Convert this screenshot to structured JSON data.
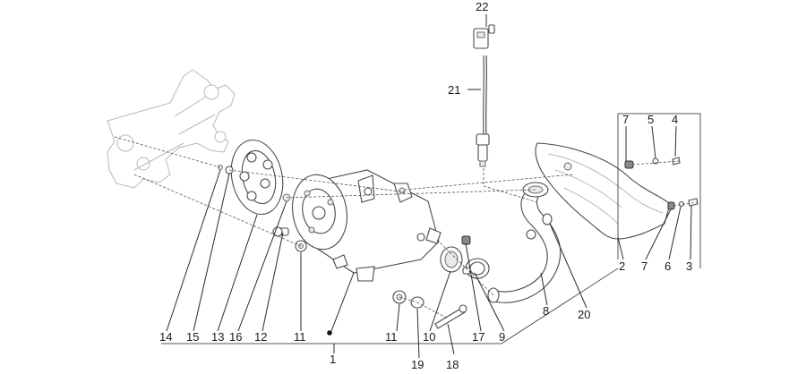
{
  "diagram": {
    "title": "",
    "callouts": {
      "c1": "1",
      "c2": "2",
      "c3": "3",
      "c4": "4",
      "c5": "5",
      "c6": "6",
      "c7a": "7",
      "c7b": "7",
      "c8": "8",
      "c9": "9",
      "c10": "10",
      "c11a": "11",
      "c11b": "11",
      "c12": "12",
      "c13": "13",
      "c14": "14",
      "c15": "15",
      "c16": "16",
      "c17": "17",
      "c18": "18",
      "c19": "19",
      "c20": "20",
      "c21": "21",
      "c22": "22"
    }
  }
}
